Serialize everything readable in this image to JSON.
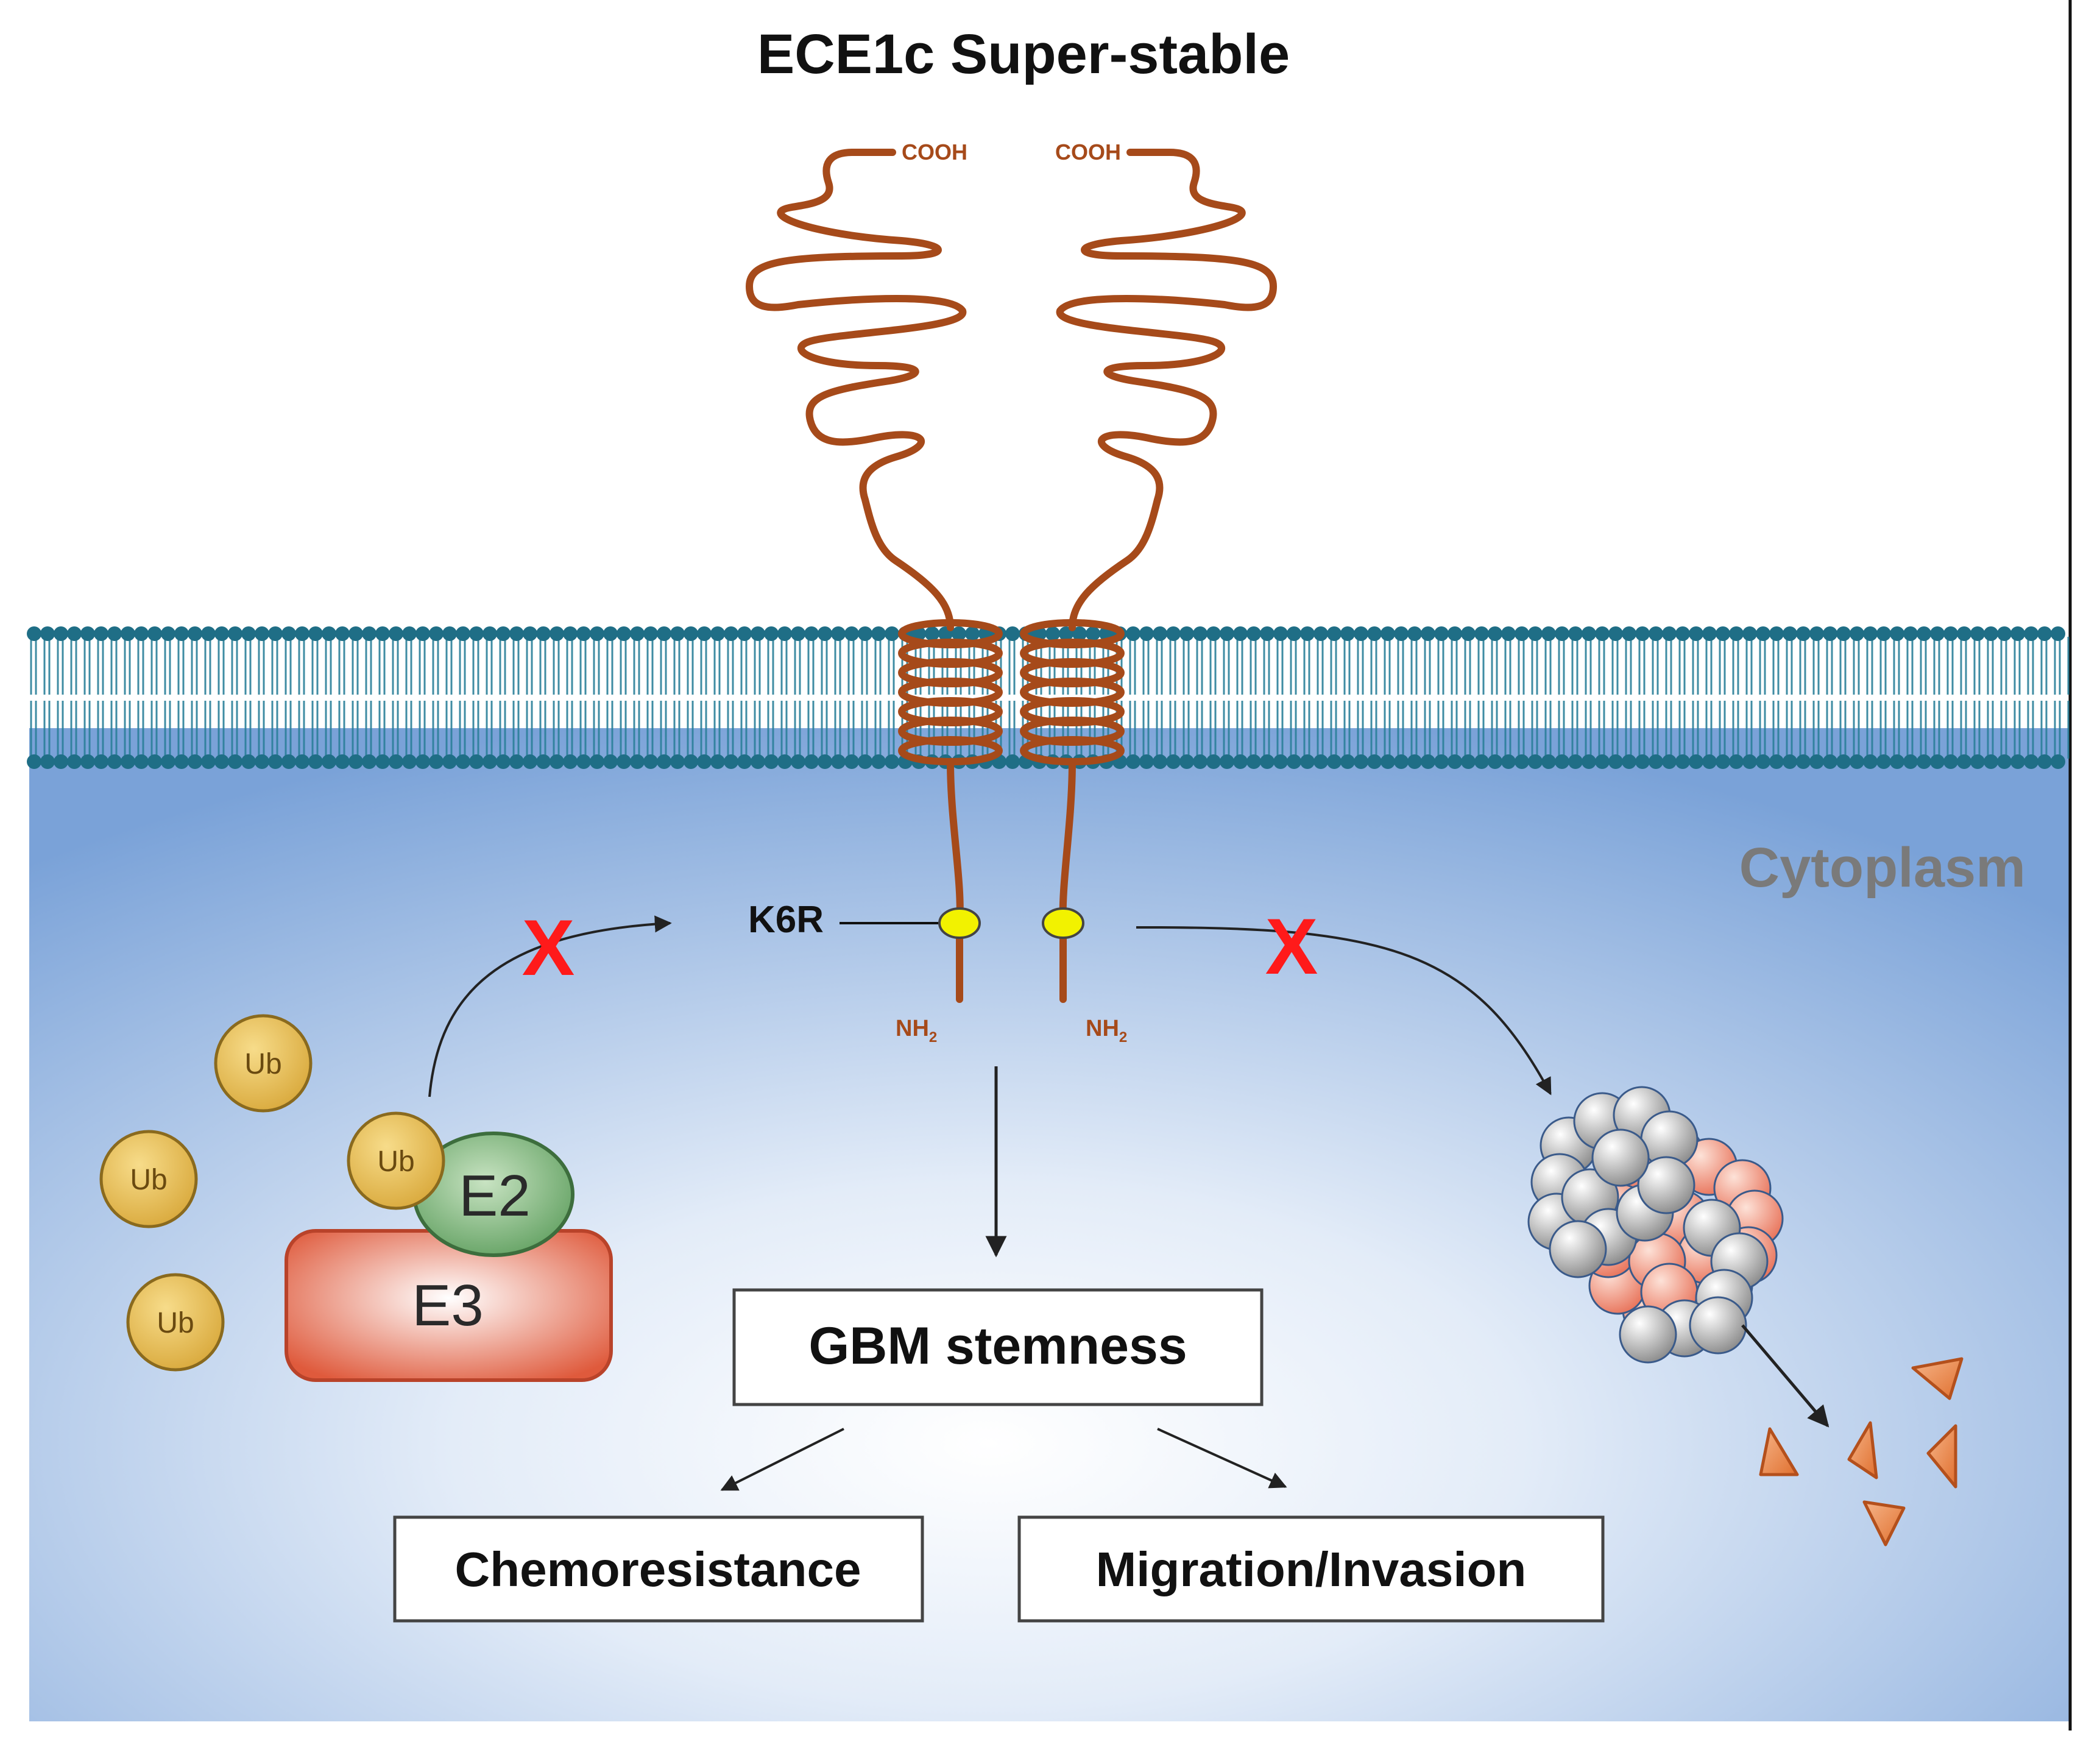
{
  "title": "ECE1c Super-stable",
  "region_label": "Cytoplasm",
  "protein": {
    "c_terminus_left": "COOH",
    "c_terminus_right": "COOH",
    "n_terminus_left": "NH",
    "n_terminus_right": "NH",
    "n_subscript": "2",
    "mutation_label": "K6R",
    "strand_color": "#a64a1a",
    "mutation_site_color": "#f2f200"
  },
  "ubiquitin": {
    "label": "Ub",
    "color": "#e2b84a"
  },
  "enzymes": {
    "e2_label": "E2",
    "e2_color": "#6aa86a",
    "e3_label": "E3",
    "e3_color": "#e0644a"
  },
  "blocked_mark": "X",
  "blocked_color": "#ff1a1a",
  "outcomes": {
    "center": "GBM stemness",
    "left": "Chemoresistance",
    "right": "Migration/Invasion"
  },
  "icons": [
    "proteasome-icon",
    "peptide-fragment-icon",
    "lipid-bilayer",
    "ubiquitin-icon"
  ],
  "colors": {
    "membrane_head": "#1f6e86",
    "membrane_tail": "#2a7f99",
    "cytoplasm_edge": "#7aa2d8",
    "cytoplasm_center": "#ffffff",
    "proteasome_gray": "#a9a9a9",
    "proteasome_red": "#e87a5f",
    "fragment": "#e8894f"
  }
}
